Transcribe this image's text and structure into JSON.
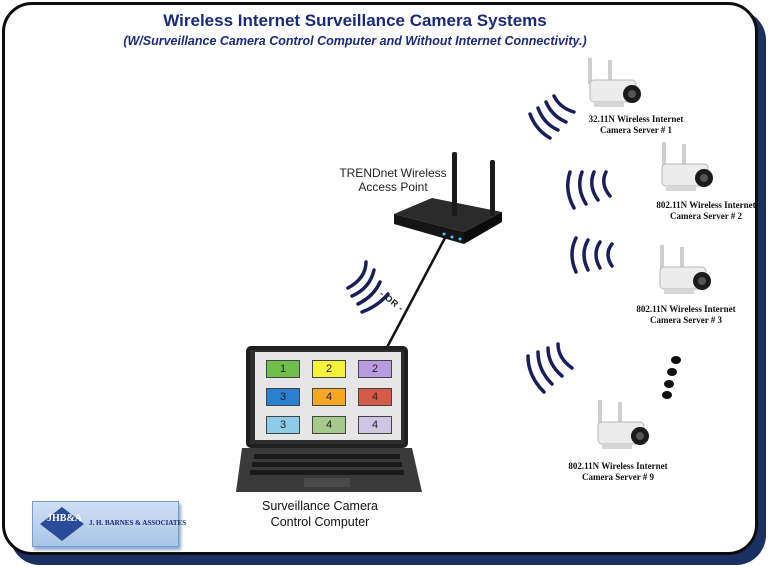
{
  "title": "Wireless Internet Surveillance Camera Systems",
  "subtitle": "(W/Surveillance Camera Control Computer and Without Internet Connectivity.)",
  "access_point": {
    "label_line1": "TRENDnet Wireless",
    "label_line2": "Access Point"
  },
  "or_text": "- OR -",
  "cameras": [
    {
      "line1": "32.11N Wireless Internet",
      "line2": "Camera Server # 1"
    },
    {
      "line1": "802.11N Wireless Internet",
      "line2": "Camera Server # 2"
    },
    {
      "line1": "802.11N Wireless Internet",
      "line2": "Camera Server # 3"
    },
    {
      "line1": "802.11N Wireless Internet",
      "line2": "Camera Server # 9"
    }
  ],
  "computer": {
    "label_line1": "Surveillance Camera",
    "label_line2": "Control Computer"
  },
  "monitor_tiles": [
    {
      "label": "1",
      "color": "#6fbf4a"
    },
    {
      "label": "2",
      "color": "#f6f13a"
    },
    {
      "label": "2",
      "color": "#b89be0"
    },
    {
      "label": "3",
      "color": "#2a7fd0"
    },
    {
      "label": "4",
      "color": "#f5a623"
    },
    {
      "label": "4",
      "color": "#d65a4a"
    },
    {
      "label": "3",
      "color": "#8ecbe8"
    },
    {
      "label": "4",
      "color": "#a5c98a"
    },
    {
      "label": "4",
      "color": "#cfc6e6"
    }
  ],
  "logo": {
    "mark": "JHB&A",
    "text": "J. H. BARNES & ASSOCIATES"
  },
  "colors": {
    "frame_shadow": "#1c2f62",
    "title": "#1b2a7a",
    "wifi": "#1a1f5c"
  }
}
